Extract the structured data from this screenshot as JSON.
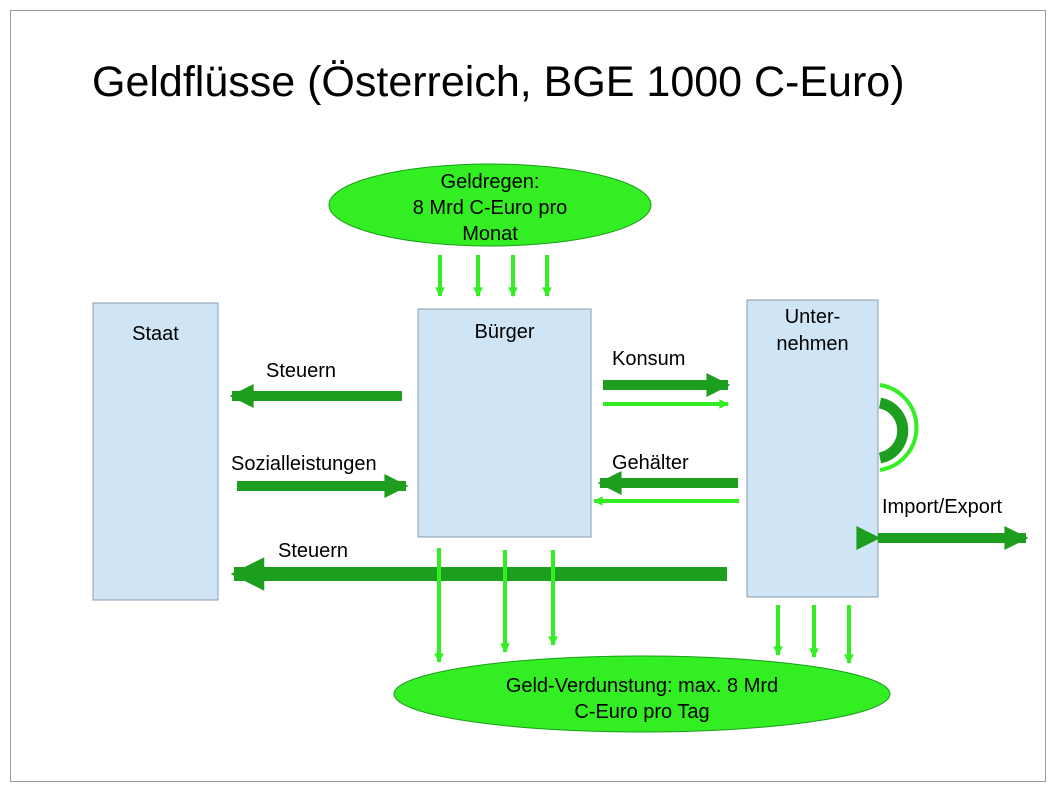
{
  "title": "Geldflüsse (Österreich, BGE 1000 C-Euro)",
  "nodes": {
    "staat": "Staat",
    "buerger": "Bürger",
    "unternehmen": [
      "Unter-",
      "nehmen"
    ],
    "geldregen": [
      "Geldregen:",
      "8 Mrd C-Euro pro",
      "Monat"
    ],
    "verdunstung": [
      "Geld-Verdunstung: max. 8 Mrd",
      "C-Euro pro Tag"
    ]
  },
  "flows": {
    "steuern_buerger": "Steuern",
    "sozialleistungen": "Sozialleistungen",
    "konsum": "Konsum",
    "gehaelter": "Gehälter",
    "steuern_unternehmen": "Steuern",
    "import_export": "Import/Export"
  },
  "colors": {
    "box_fill": "#cfe4f4",
    "ellipse_fill": "#33ee22",
    "arrow_dark": "#1e9e1e",
    "arrow_light": "#33ee22"
  }
}
